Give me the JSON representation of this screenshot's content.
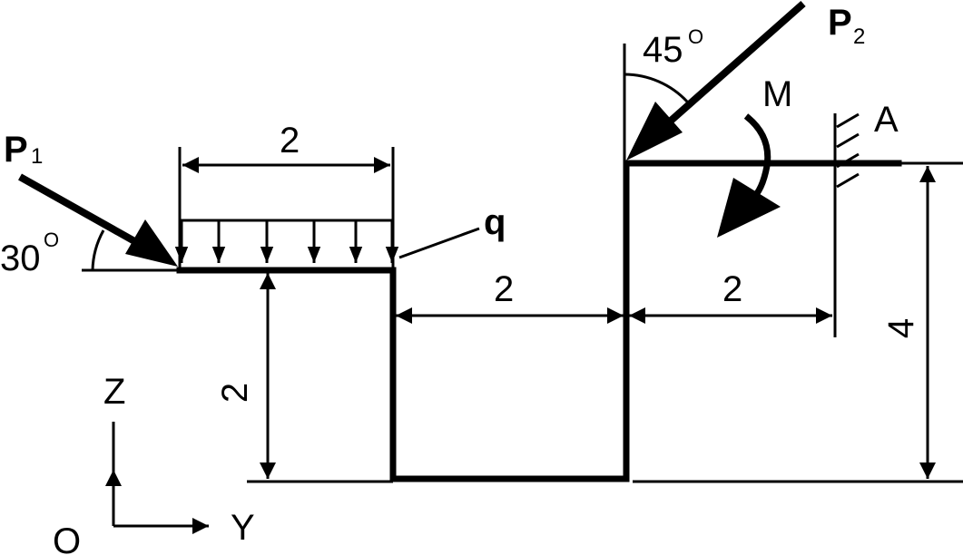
{
  "diagram": {
    "forces": {
      "p1": {
        "symbol": "P",
        "subscript": "1",
        "angle_label": "30",
        "angle_unit": "O"
      },
      "p2": {
        "symbol": "P",
        "subscript": "2",
        "angle_label": "45",
        "angle_unit": "O"
      }
    },
    "distributed_load": {
      "label": "q"
    },
    "moment": {
      "label": "M"
    },
    "support": {
      "label": "A"
    },
    "dimensions": {
      "top_span": "2",
      "left_height": "2",
      "middle_span": "2",
      "right_span": "2",
      "right_height": "4"
    },
    "axes": {
      "origin": "O",
      "vertical": "Z",
      "horizontal": "Y"
    }
  }
}
